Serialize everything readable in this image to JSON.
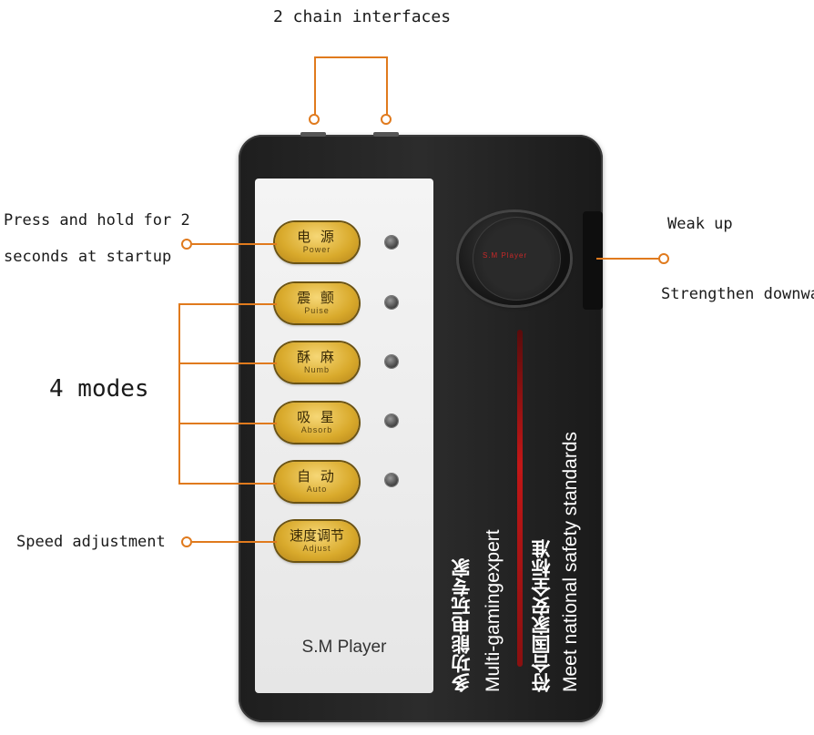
{
  "callouts": {
    "chain": "2 chain interfaces",
    "press_line1": "Press and hold for 2",
    "press_line2": "seconds at startup",
    "modes": "4 modes",
    "speed": "Speed adjustment",
    "weak_up": "Weak up",
    "strengthen": "Strengthen downward"
  },
  "device": {
    "buttons": [
      {
        "cn": "电 源",
        "en": "Power"
      },
      {
        "cn": "震 颤",
        "en": "Puise"
      },
      {
        "cn": "酥 麻",
        "en": "Numb"
      },
      {
        "cn": "吸 星",
        "en": "Absorb"
      },
      {
        "cn": "自 动",
        "en": "Auto"
      },
      {
        "cn": "速度调节",
        "en": "Adjust"
      }
    ],
    "brand": "S.M Player",
    "knob_label": "S.M Player",
    "side_text_1": "多功能电玩专家",
    "side_text_2": "Multi-gamingexpert",
    "side_text_3": "符合国家安全标准",
    "side_text_4": "Meet national safety standards"
  },
  "colors": {
    "accent": "#e07a1d",
    "gold": "#d9aa2c",
    "red_bar": "#c21717"
  }
}
